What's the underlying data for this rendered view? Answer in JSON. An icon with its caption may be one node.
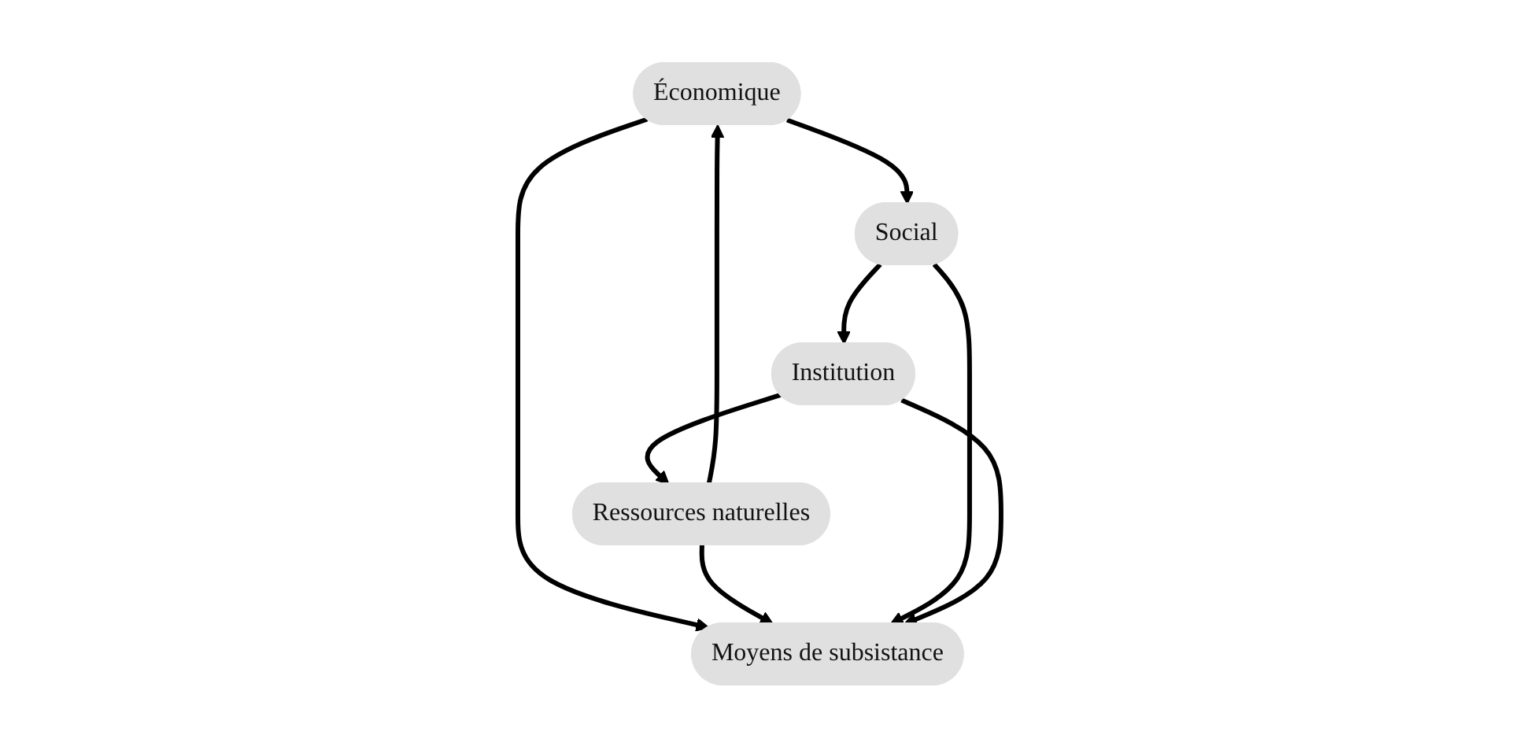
{
  "diagram": {
    "nodes": [
      {
        "text": [
          "Économique"
        ]
      },
      {
        "text": [
          "Ressources naturelles"
        ]
      },
      {
        "text": [
          "Moyens de subsistance"
        ]
      },
      {
        "text": [
          "Social"
        ]
      },
      {
        "text": [
          "Institution"
        ]
      }
    ],
    "edges": [
      {
        "from": 1,
        "to": 0,
        "arrow": "to"
      },
      {
        "from": 0,
        "to": 3,
        "arrow": "to"
      },
      {
        "from": 3,
        "to": 4,
        "arrow": "to"
      },
      {
        "from": 4,
        "to": 1,
        "arrow": "to"
      },
      {
        "from": 0,
        "to": 2,
        "arrow": "to"
      },
      {
        "from": 1,
        "to": 2,
        "arrow": "to"
      },
      {
        "from": 3,
        "to": 2,
        "arrow": "to"
      },
      {
        "from": 4,
        "to": 2,
        "arrow": "to"
      }
    ]
  }
}
